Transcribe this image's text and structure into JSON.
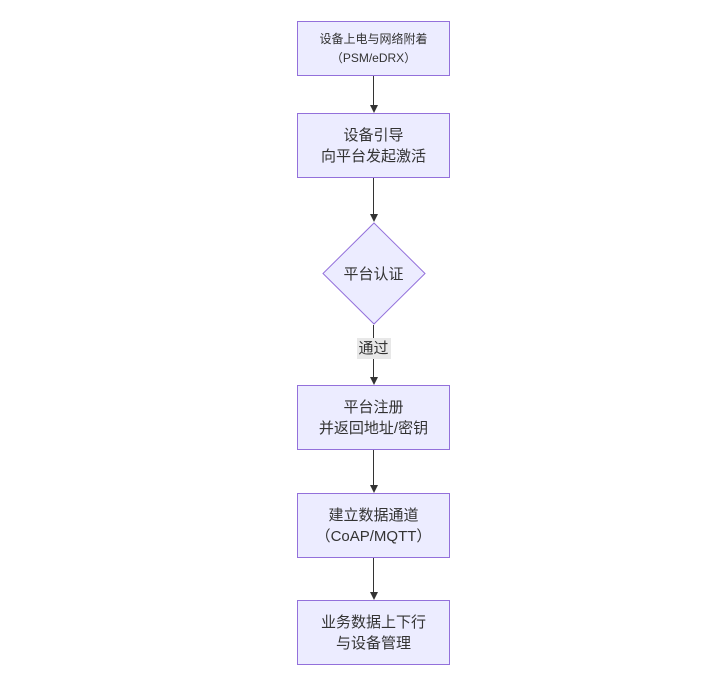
{
  "diagram": {
    "type": "flowchart-top-down",
    "colors": {
      "background": "#ffffff",
      "node_fill": "#ECECFF",
      "node_border": "#9370DB",
      "edge_line": "#333333",
      "edge_label_bg": "#e8e8e8",
      "text": "#333333"
    },
    "nodes": [
      {
        "id": "A",
        "shape": "rect",
        "lines": [
          "设备上电与网络附着",
          "（PSM/eDRX）"
        ]
      },
      {
        "id": "B",
        "shape": "rect",
        "lines": [
          "设备引导",
          "向平台发起激活"
        ]
      },
      {
        "id": "C",
        "shape": "diamond",
        "lines": [
          "平台认证"
        ]
      },
      {
        "id": "D",
        "shape": "rect",
        "lines": [
          "平台注册",
          "并返回地址/密钥"
        ]
      },
      {
        "id": "E",
        "shape": "rect",
        "lines": [
          "建立数据通道",
          "（CoAP/MQTT）"
        ]
      },
      {
        "id": "F",
        "shape": "rect",
        "lines": [
          "业务数据上下行",
          "与设备管理"
        ]
      }
    ],
    "edges": [
      {
        "from": "A",
        "to": "B",
        "label": ""
      },
      {
        "from": "B",
        "to": "C",
        "label": ""
      },
      {
        "from": "C",
        "to": "D",
        "label": "通过"
      },
      {
        "from": "D",
        "to": "E",
        "label": ""
      },
      {
        "from": "E",
        "to": "F",
        "label": ""
      }
    ]
  }
}
